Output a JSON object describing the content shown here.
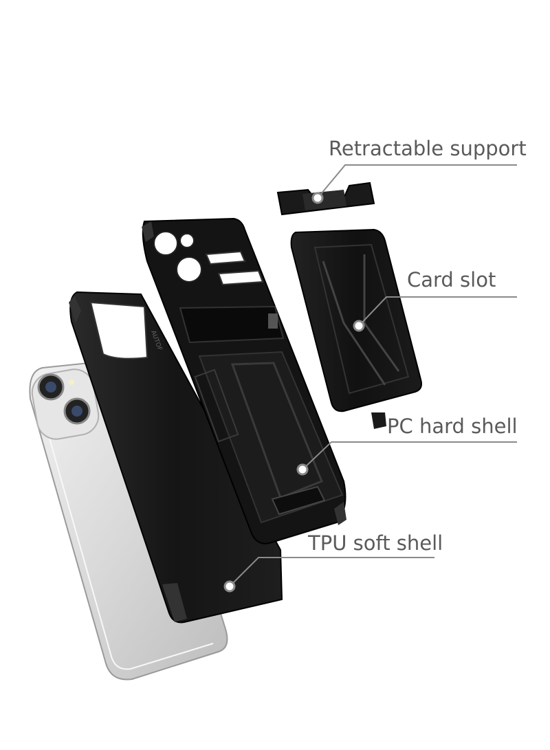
{
  "callouts": {
    "retractable_support": "Retractable support",
    "card_slot": "Card slot",
    "pc_hard_shell": "PC hard shell",
    "tpu_soft_shell": "TPU soft shell"
  },
  "embossed_text": "AUTOF",
  "colors": {
    "background": "#ffffff",
    "case_black": "#1a1a1a",
    "case_dark": "#0f0f0f",
    "phone_silver": "#dcdcdc",
    "label_gray": "#5a5a5a",
    "leader_line": "#8a8a8a"
  }
}
